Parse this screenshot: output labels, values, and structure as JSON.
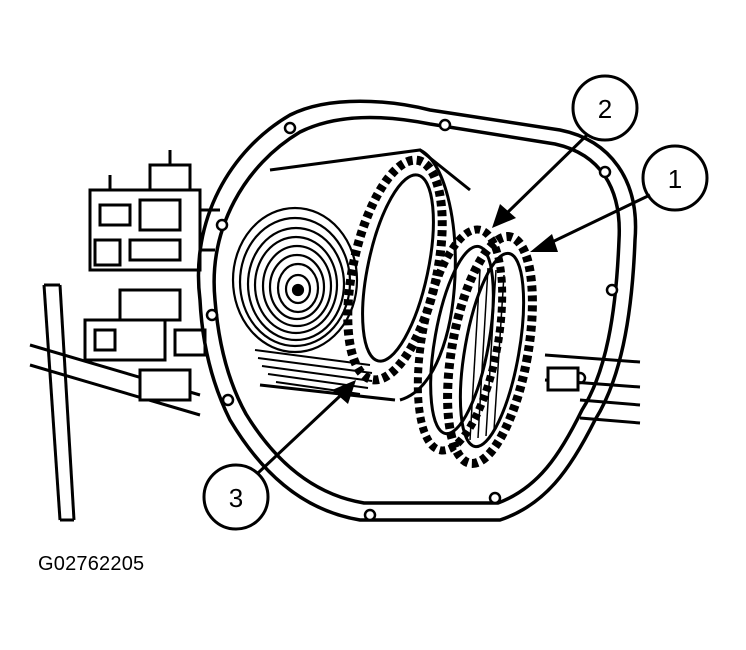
{
  "figure": {
    "id": "G02762205",
    "callouts": [
      {
        "label": "1"
      },
      {
        "label": "2"
      },
      {
        "label": "3"
      }
    ]
  },
  "colors": {
    "ink": "#000000",
    "paper": "#ffffff",
    "shade": "#9a9a9a"
  }
}
